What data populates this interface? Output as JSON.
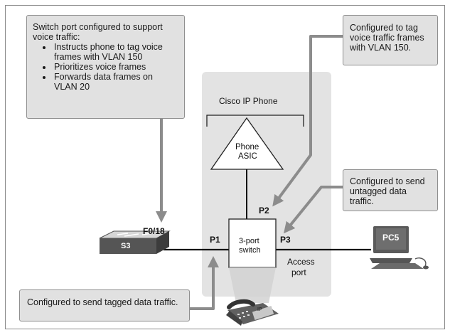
{
  "callouts": {
    "switch_port": {
      "intro": "Switch port configured to support voice traffic:",
      "bullets": [
        "Instructs phone to tag voice frames with VLAN 150",
        "Prioritizes voice frames",
        "Forwards data frames on VLAN 20"
      ]
    },
    "phone_tag": "Configured to tag voice traffic frames with VLAN 150.",
    "untagged": "Configured to send untagged data traffic.",
    "tagged": "Configured to send tagged data traffic."
  },
  "labels": {
    "cisco_ip_phone": "Cisco IP Phone",
    "phone_asic_line1": "Phone",
    "phone_asic_line2": "ASIC",
    "switch_line1": "3-port",
    "switch_line2": "switch",
    "port_p1": "P1",
    "port_p2": "P2",
    "port_p3": "P3",
    "port_f0_18": "F0/18",
    "access_port_line1": "Access",
    "access_port_line2": "port",
    "s3": "S3",
    "pc5": "PC5",
    "ip_glyph": "IP"
  },
  "colors": {
    "callout_fill": "#e1e1e1",
    "callout_border": "#8f8f8f",
    "arrow": "#8c8c8c",
    "shade": "#e3e3e3",
    "device_dark": "#4a4a4a"
  }
}
